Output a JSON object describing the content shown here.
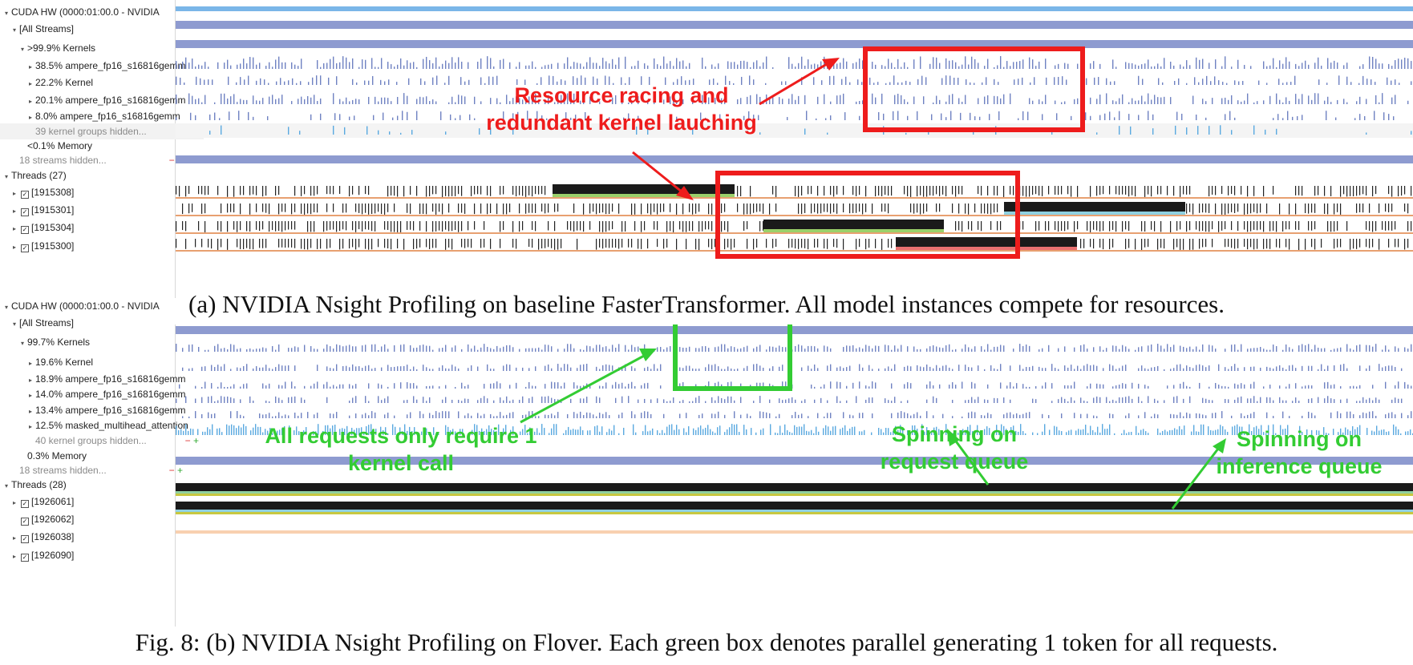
{
  "panel_a": {
    "tree": [
      {
        "label": "CUDA HW (0000:01:00.0 - NVIDIA",
        "indent": 0,
        "twisty": "▾"
      },
      {
        "label": "[All Streams]",
        "indent": 1,
        "twisty": "▾"
      },
      {
        "label": ">99.9% Kernels",
        "indent": 2,
        "twisty": "▾"
      },
      {
        "label": "38.5% ampere_fp16_s16816gemm",
        "indent": 3,
        "twisty": "▸"
      },
      {
        "label": "22.2% Kernel",
        "indent": 3,
        "twisty": "▸"
      },
      {
        "label": "20.1% ampere_fp16_s16816gemm",
        "indent": 3,
        "twisty": "▸"
      },
      {
        "label": "8.0% ampere_fp16_s16816gemm",
        "indent": 3,
        "twisty": "▸"
      },
      {
        "label": "39 kernel groups hidden...",
        "indent": 3,
        "twisty": "",
        "dim": true,
        "shade": true,
        "pm": true
      },
      {
        "label": "<0.1% Memory",
        "indent": 2,
        "twisty": ""
      },
      {
        "label": "18 streams hidden...",
        "indent": 1,
        "twisty": "",
        "dim": true,
        "pm": true
      },
      {
        "label": "Threads (27)",
        "indent": 0,
        "twisty": "▾"
      },
      {
        "label": "[1915308]",
        "indent": 1,
        "twisty": "▸",
        "checkbox": true
      },
      {
        "label": "[1915301]",
        "indent": 1,
        "twisty": "▸",
        "checkbox": true
      },
      {
        "label": "[1915304]",
        "indent": 1,
        "twisty": "▸",
        "checkbox": true
      },
      {
        "label": "[1915300]",
        "indent": 1,
        "twisty": "▸",
        "checkbox": true
      }
    ],
    "annotation": {
      "line1": "Resource racing and",
      "line2": "redundant kernel lauching"
    },
    "caption": "(a) NVIDIA Nsight Profiling on baseline FasterTransformer. All model instances compete for resources."
  },
  "panel_b": {
    "tree": [
      {
        "label": "CUDA HW (0000:01:00.0 - NVIDIA",
        "indent": 0,
        "twisty": "▾"
      },
      {
        "label": "[All Streams]",
        "indent": 1,
        "twisty": "▾"
      },
      {
        "label": "99.7% Kernels",
        "indent": 2,
        "twisty": "▾"
      },
      {
        "label": "19.6% Kernel",
        "indent": 3,
        "twisty": "▸"
      },
      {
        "label": "18.9% ampere_fp16_s16816gemm",
        "indent": 3,
        "twisty": "▸"
      },
      {
        "label": "14.0% ampere_fp16_s16816gemm",
        "indent": 3,
        "twisty": "▸"
      },
      {
        "label": "13.4% ampere_fp16_s16816gemm",
        "indent": 3,
        "twisty": "▸"
      },
      {
        "label": "12.5% masked_multihead_attention",
        "indent": 3,
        "twisty": "▸"
      },
      {
        "label": "40 kernel groups hidden...",
        "indent": 3,
        "twisty": "",
        "dim": true,
        "pm": true
      },
      {
        "label": "0.3% Memory",
        "indent": 2,
        "twisty": ""
      },
      {
        "label": "18 streams hidden...",
        "indent": 1,
        "twisty": "",
        "dim": true,
        "pm": true
      },
      {
        "label": "Threads (28)",
        "indent": 0,
        "twisty": "▾"
      },
      {
        "label": "[1926061]",
        "indent": 1,
        "twisty": "▸",
        "checkbox": true
      },
      {
        "label": "[1926062]",
        "indent": 1,
        "twisty": "",
        "checkbox": true
      },
      {
        "label": "[1926038]",
        "indent": 1,
        "twisty": "▸",
        "checkbox": true
      },
      {
        "label": "[1926090]",
        "indent": 1,
        "twisty": "▸",
        "checkbox": true
      }
    ],
    "annotations": {
      "kernel_call": {
        "line1": "All requests only require 1",
        "line2": "kernel call"
      },
      "request_queue": {
        "line1": "Spinning on",
        "line2": "request queue"
      },
      "inference_queue": {
        "line1": "Spinning on",
        "line2": "inference queue"
      }
    },
    "caption": "Fig. 8: (b) NVIDIA Nsight Profiling on Flover. Each green box denotes parallel generating 1 token for all requests."
  },
  "colors": {
    "stream_bar": "#8e9bd0",
    "top_bar": "#7ab6e8",
    "kernel_marks": "#6f82c2",
    "memory_marks": "#5aa9e0",
    "red_annotation": "#ee1c1c",
    "green_annotation": "#33cc33",
    "thread_block": "#1a1a1a"
  }
}
